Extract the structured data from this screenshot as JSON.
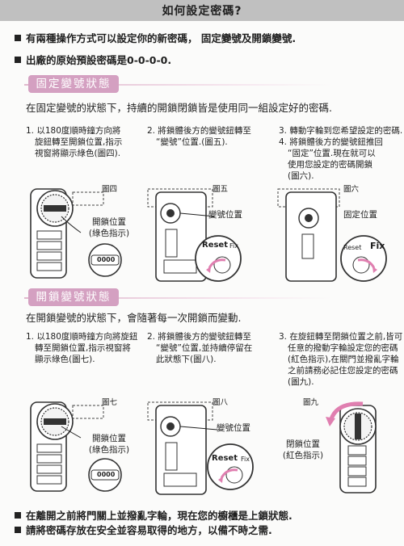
{
  "title": "如何設定密碼?",
  "notes_top": [
    "有兩種操作方式可以設定你的新密碼， 固定變號及開鎖變號.",
    "出廠的原始預設密碼是0-0-0-0."
  ],
  "fixed": {
    "heading": "固定變號狀態",
    "intro": "在固定變號的狀態下，持續的開鎖閉鎖皆是使用同一組設定好的密碼.",
    "step1": [
      "1. 以180度順時鐘方向將",
      "旋鈕轉至開鎖位置,指示",
      "視窗將顯示綠色(圖四)."
    ],
    "step2": [
      "2. 將鎖體後方的變號鈕轉至",
      "“變號”位置.(圖五)."
    ],
    "step3": [
      "3. 轉動字輪到您希望設定的密碼.",
      "4. 將鎖體後方的變號鈕推回",
      "“固定”位置.現在就可以",
      "使用您設定的密碼開鎖",
      "(圖六)."
    ],
    "fig4": "圖四",
    "fig5": "圖五",
    "fig6": "圖六",
    "label_open": [
      "開鎖位置",
      "(綠色指示)"
    ],
    "label_change": "變號位置",
    "label_fixed": "固定位置"
  },
  "open": {
    "heading": "開鎖變號狀態",
    "intro": "在開鎖變號的狀態下，會隨著每一次開鎖而變動.",
    "step1": [
      "1. 以180度順時鐘方向將旋鈕",
      "轉至開鎖位置,指示視窗將",
      "顯示綠色(圖七)."
    ],
    "step2": [
      "2. 將鎖體後方的變號鈕轉至",
      "“變號”位置,並持續停留在",
      "此狀態下(圖八)."
    ],
    "step3": [
      "3. 在旋鈕轉至閉鎖位置之前,皆可",
      "任意的撥動字輪設定您的密碼",
      "(紅色指示),在關門並撥亂字輪",
      "之前請務必記住您設定的密碼",
      "(圖九)."
    ],
    "fig7": "圖七",
    "fig8": "圖八",
    "fig9": "圖九",
    "label_open": [
      "開鎖位置",
      "(綠色指示)"
    ],
    "label_change": "變號位置",
    "label_closed": [
      "閉鎖位置",
      "(紅色指示)"
    ]
  },
  "dial_texts": {
    "reset": "Reset",
    "fix": "Fix",
    "code": "0000"
  },
  "notes_bottom": [
    "在離開之前將門關上並撥亂字輪，現在您的櫥櫃是上鎖狀態.",
    "請將密碼存放在安全並容易取得的地方，以備不時之需."
  ],
  "colors": {
    "accent": "#d4a0c1",
    "title_bar": "#c0c0c0",
    "arrow": "#e07fb0"
  }
}
